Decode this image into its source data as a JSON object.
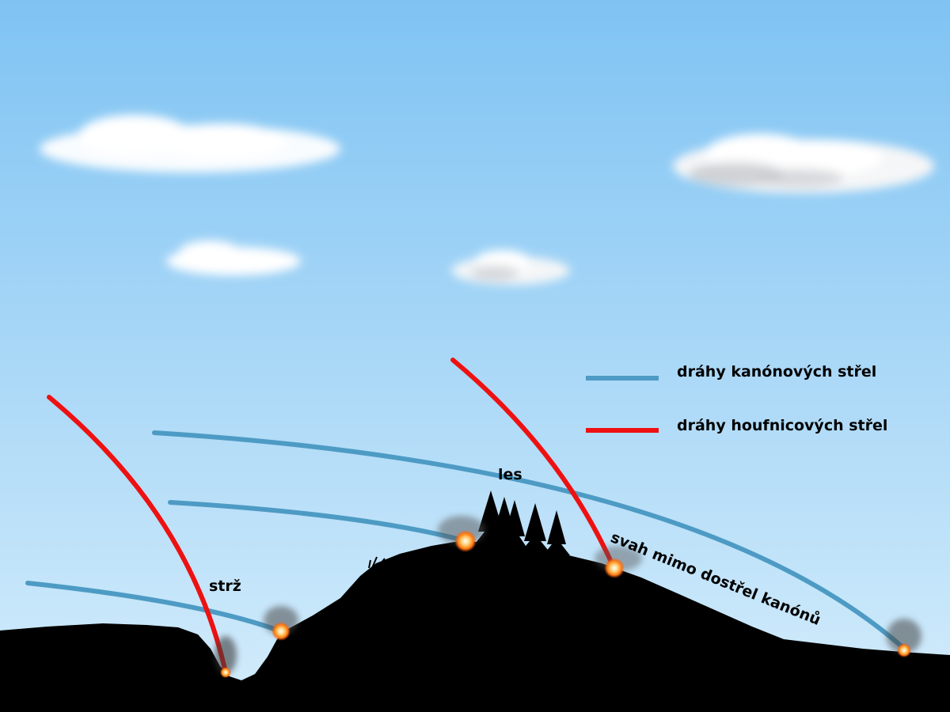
{
  "legend": {
    "cannon_label": "dráhy kanónových střel",
    "howitzer_label": "dráhy houfnicových střel",
    "cannon_color": "#4d9bc4",
    "howitzer_color": "#ee1111"
  },
  "labels": {
    "ravine": "strž",
    "forest": "les",
    "slope": "svah mimo dostřel kanónů"
  },
  "colors": {
    "sky_top": "#7fc3f3",
    "sky_bottom": "#d3ecfb",
    "ground": "#000000",
    "explosion": "#ff8a1a"
  }
}
